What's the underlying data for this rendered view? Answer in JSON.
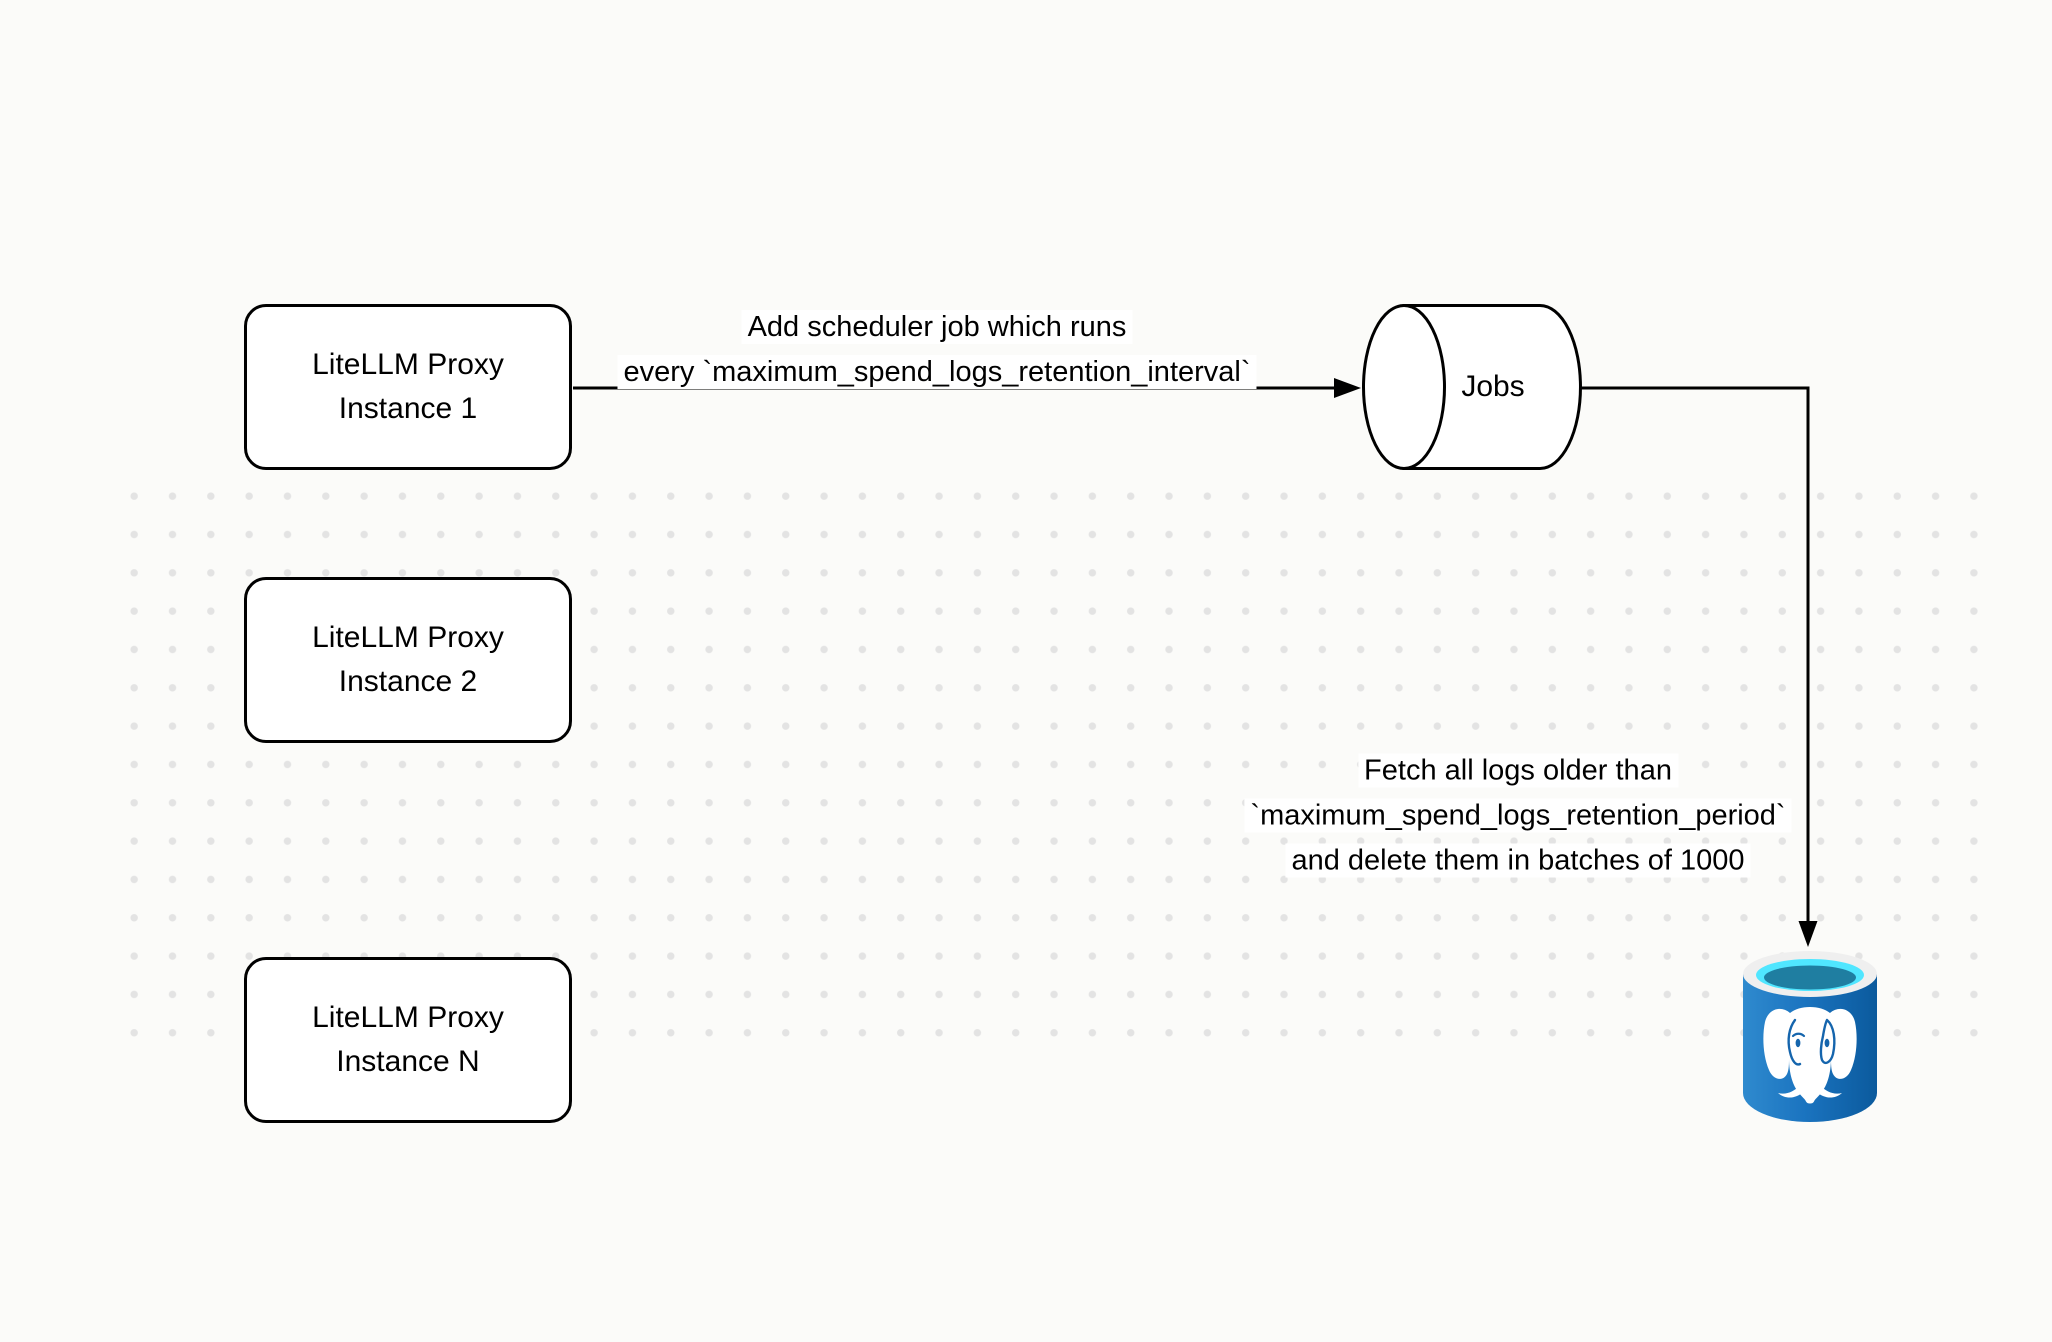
{
  "diagram": {
    "nodes": [
      {
        "id": "proxy-1",
        "line1": "LiteLLM Proxy",
        "line2": "Instance 1"
      },
      {
        "id": "proxy-2",
        "line1": "LiteLLM Proxy",
        "line2": "Instance 2"
      },
      {
        "id": "proxy-n",
        "line1": "LiteLLM Proxy",
        "line2": "Instance N"
      }
    ],
    "queue": {
      "label": "Jobs",
      "shape": "horizontal-cylinder"
    },
    "database": {
      "icon": "postgresql-database-icon"
    },
    "edges": {
      "scheduler": {
        "from": "proxy-1",
        "to": "Jobs",
        "lines": [
          "Add scheduler job which runs",
          "every `maximum_spend_logs_retention_interval`"
        ]
      },
      "fetch": {
        "from": "Jobs",
        "to": "postgresql-database",
        "lines": [
          "Fetch all logs older than",
          "`maximum_spend_logs_retention_period`",
          "and delete them in batches of 1000"
        ]
      }
    },
    "colors": {
      "background": "#fbfbf9",
      "dot_grid": "#e3e3e3",
      "line": "#000000",
      "node_fill": "#ffffff",
      "postgres_blue_light": "#2f8ace",
      "postgres_blue": "#1b74c0",
      "postgres_blue_dark": "#0b5a9d",
      "postgres_rim": "#efefef",
      "postgres_cyan": "#50e6ff",
      "postgres_liquid": "#1f7ea1"
    }
  }
}
